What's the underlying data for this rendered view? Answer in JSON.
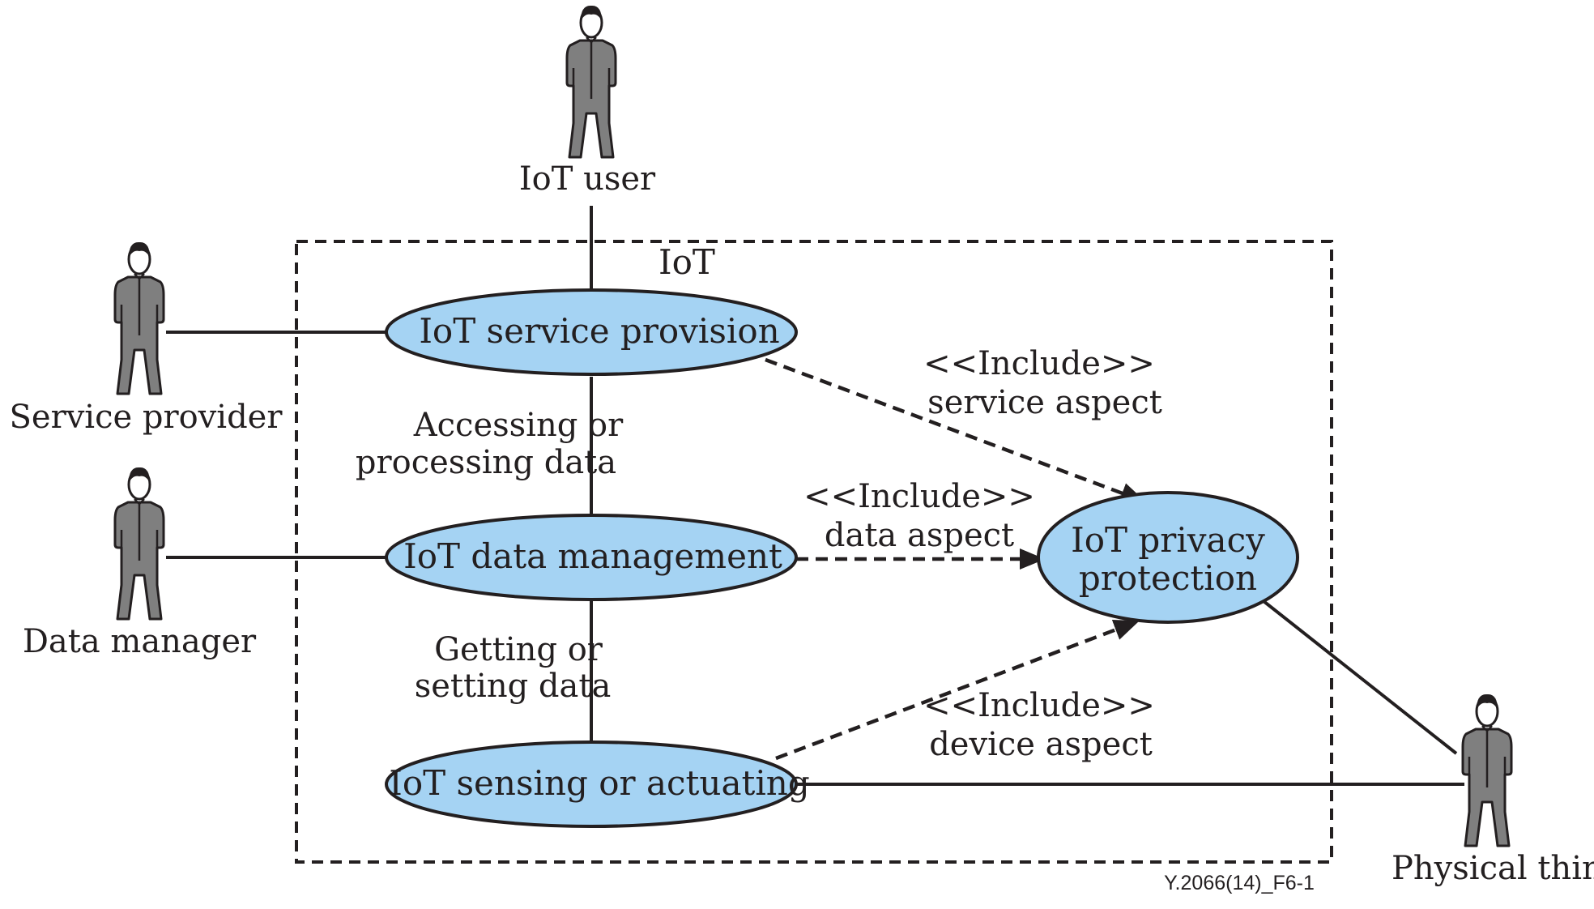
{
  "system": {
    "label": "IoT"
  },
  "actors": {
    "iot_user": "IoT user",
    "service_provider": "Service provider",
    "data_manager": "Data manager",
    "physical_thing": "Physical thing"
  },
  "use_cases": {
    "service_provision": "IoT service provision",
    "data_management": "IoT data management",
    "sensing_actuating": "IoT sensing or actuating",
    "privacy_protection": {
      "line1": "IoT privacy",
      "line2": "protection"
    }
  },
  "relations": {
    "accessing": {
      "line1": "Accessing or",
      "line2": "processing data"
    },
    "getting": {
      "line1": "Getting or",
      "line2": "setting data"
    },
    "include_service": {
      "line1": "<<Include>>",
      "line2": "service aspect"
    },
    "include_data": {
      "line1": "<<Include>>",
      "line2": "data aspect"
    },
    "include_device": {
      "line1": "<<Include>>",
      "line2": "device aspect"
    }
  },
  "figure_id": "Y.2066(14)_F6-1",
  "colors": {
    "use_case_fill": "#a5d3f3",
    "actor_fill": "#7f7f7f",
    "ink": "#231f20"
  }
}
